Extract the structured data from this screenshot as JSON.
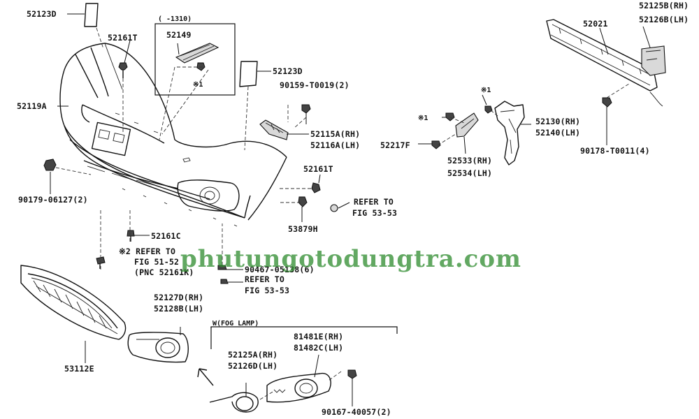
{
  "labels": {
    "p52123D_top": "52123D",
    "p52161T_top": "52161T",
    "p52119A": "52119A",
    "p90179": "90179-06127(2)",
    "p52161C": "52161C",
    "ref2_line1": "※2 REFER TO",
    "ref2_line2": "FIG 51-52",
    "ref2_line3": "(PNC 52161K)",
    "p52149": "52149",
    "range": "( -1310)",
    "mark1_box": "※1",
    "p52123D_mid": "52123D",
    "p90159": "90159-T0019(2)",
    "p52115A": "52115A(RH)",
    "p52116A": "52116A(LH)",
    "p52161T_mid": "52161T",
    "ref_a_line1": "REFER TO",
    "ref_a_line2": "FIG 53-53",
    "p53879H": "53879H",
    "p90467": "90467-05138(6)",
    "ref_b_line1": "REFER TO",
    "ref_b_line2": "FIG 53-53",
    "p52127D": "52127D(RH)",
    "p52128B": "52128B(LH)",
    "p53112E": "53112E",
    "fog_label": "W(FOG LAMP)",
    "p81481E": "81481E(RH)",
    "p81482C": "81482C(LH)",
    "p52125A": "52125A(RH)",
    "p52126D": "52126D(LH)",
    "p90167": "90167-40057(2)",
    "mark1_a": "※1",
    "mark1_b": "※1",
    "p52217F": "52217F",
    "p52533": "52533(RH)",
    "p52534": "52534(LH)",
    "p52130": "52130(RH)",
    "p52140": "52140(LH)",
    "p52021": "52021",
    "p52125B": "52125B(RH)",
    "p52126B": "52126B(LH)",
    "p90178": "90178-T0011(4)"
  },
  "watermark": "phutungotodungtra.com",
  "colors": {
    "line": "#111111",
    "watermark": "#2e8b2e",
    "background": "#ffffff"
  }
}
